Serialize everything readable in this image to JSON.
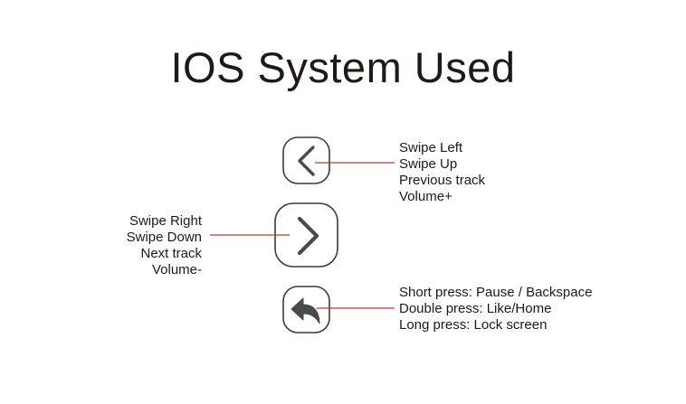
{
  "title": "IOS System Used",
  "colors": {
    "leader_line": "#c0392b",
    "button_stroke": "#3a3a3a",
    "icon_fill": "#4a4a4a",
    "text": "#231815"
  },
  "buttons": [
    {
      "icon": "chevron-left-icon",
      "labels": [
        "Swipe Left",
        "Swipe Up",
        "Previous track",
        "Volume+"
      ]
    },
    {
      "icon": "chevron-right-icon",
      "labels": [
        "Swipe Right",
        "Swipe Down",
        "Next track",
        "Volume-"
      ]
    },
    {
      "icon": "back-arrow-icon",
      "labels": [
        "Short press: Pause / Backspace",
        "Double press: Like/Home",
        "Long press: Lock screen"
      ]
    }
  ]
}
